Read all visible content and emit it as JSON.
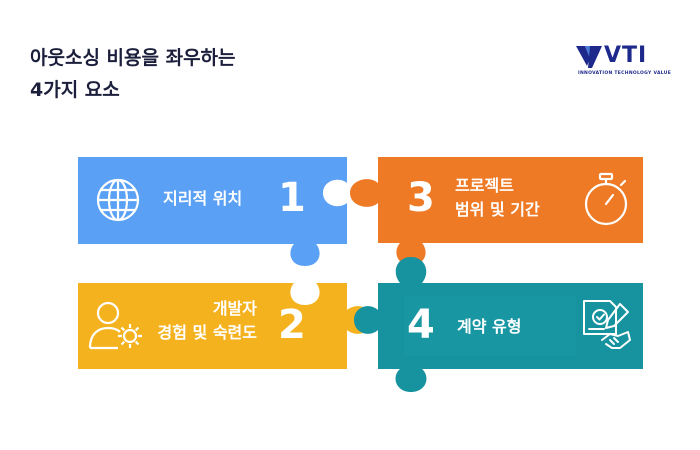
{
  "title": {
    "line1": "아웃소싱 비용을 좌우하는",
    "line2": "4가지 요소"
  },
  "logo": {
    "brand": "VTI",
    "tagline": "INNOVATION TECHNOLOGY VALUE"
  },
  "colors": {
    "piece1": "#5aa0f5",
    "piece2": "#f5b21f",
    "piece3": "#ee7a26",
    "piece4": "#16939f",
    "title": "#1b1f3b",
    "brand": "#1d2a8c"
  },
  "pieces": [
    {
      "number": "1",
      "label_lines": [
        "지리적 위치"
      ],
      "icon": "globe-icon"
    },
    {
      "number": "2",
      "label_lines": [
        "개발자",
        "경험 및 숙련도"
      ],
      "icon": "developer-gear-icon"
    },
    {
      "number": "3",
      "label_lines": [
        "프로젝트",
        "범위 및 기간"
      ],
      "icon": "stopwatch-icon"
    },
    {
      "number": "4",
      "label_lines": [
        "계약 유형"
      ],
      "icon": "contract-handshake-icon"
    }
  ]
}
